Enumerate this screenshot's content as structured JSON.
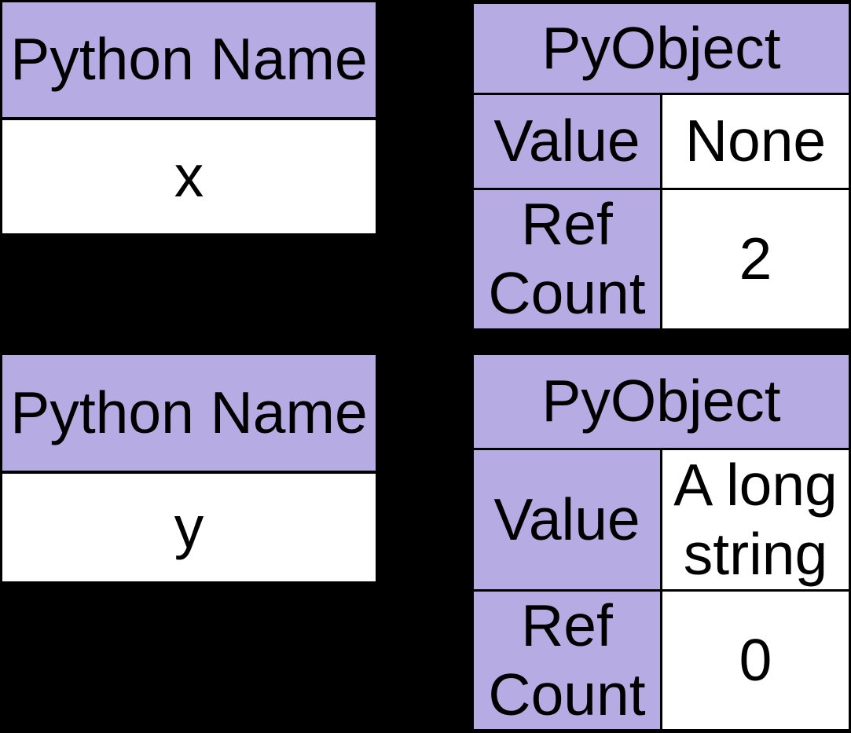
{
  "diagram": {
    "background_color": "#000000",
    "header_fill_color": "#b6abe2",
    "cell_fill_color": "#ffffff",
    "border_color": "#000000",
    "text_color": "#000000",
    "name_tables": [
      {
        "header": "Python Name",
        "value": "x"
      },
      {
        "header": "Python Name",
        "value": "y"
      }
    ],
    "pyobject_tables": [
      {
        "header": "PyObject",
        "value_label": "Value",
        "value": "None",
        "ref_label": "Ref Count",
        "ref_count": "2"
      },
      {
        "header": "PyObject",
        "value_label": "Value",
        "value": "A long string",
        "ref_label": "Ref Count",
        "ref_count": "0"
      }
    ]
  }
}
